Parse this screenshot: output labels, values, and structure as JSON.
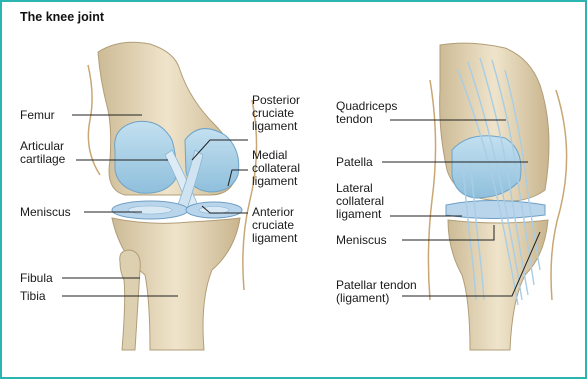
{
  "title": "The knee joint",
  "labels": {
    "femur": "Femur",
    "articular_cartilage": "Articular\ncartilage",
    "meniscus_left": "Meniscus",
    "fibula": "Fibula",
    "tibia": "Tibia",
    "posterior_cruciate": "Posterior\ncruciate\nligament",
    "medial_collateral": "Medial\ncollateral\nligament",
    "anterior_cruciate": "Anterior\ncruciate\nligament",
    "quadriceps_tendon": "Quadriceps\ntendon",
    "patella": "Patella",
    "lateral_collateral": "Lateral\ncollateral\nligament",
    "meniscus_right": "Meniscus",
    "patellar_tendon": "Patellar tendon\n(ligament)"
  },
  "colors": {
    "border": "#2ab5b0",
    "bone": "#e9dcc0",
    "cartilage": "#a6cfe6",
    "ligament": "#dcebf5"
  }
}
